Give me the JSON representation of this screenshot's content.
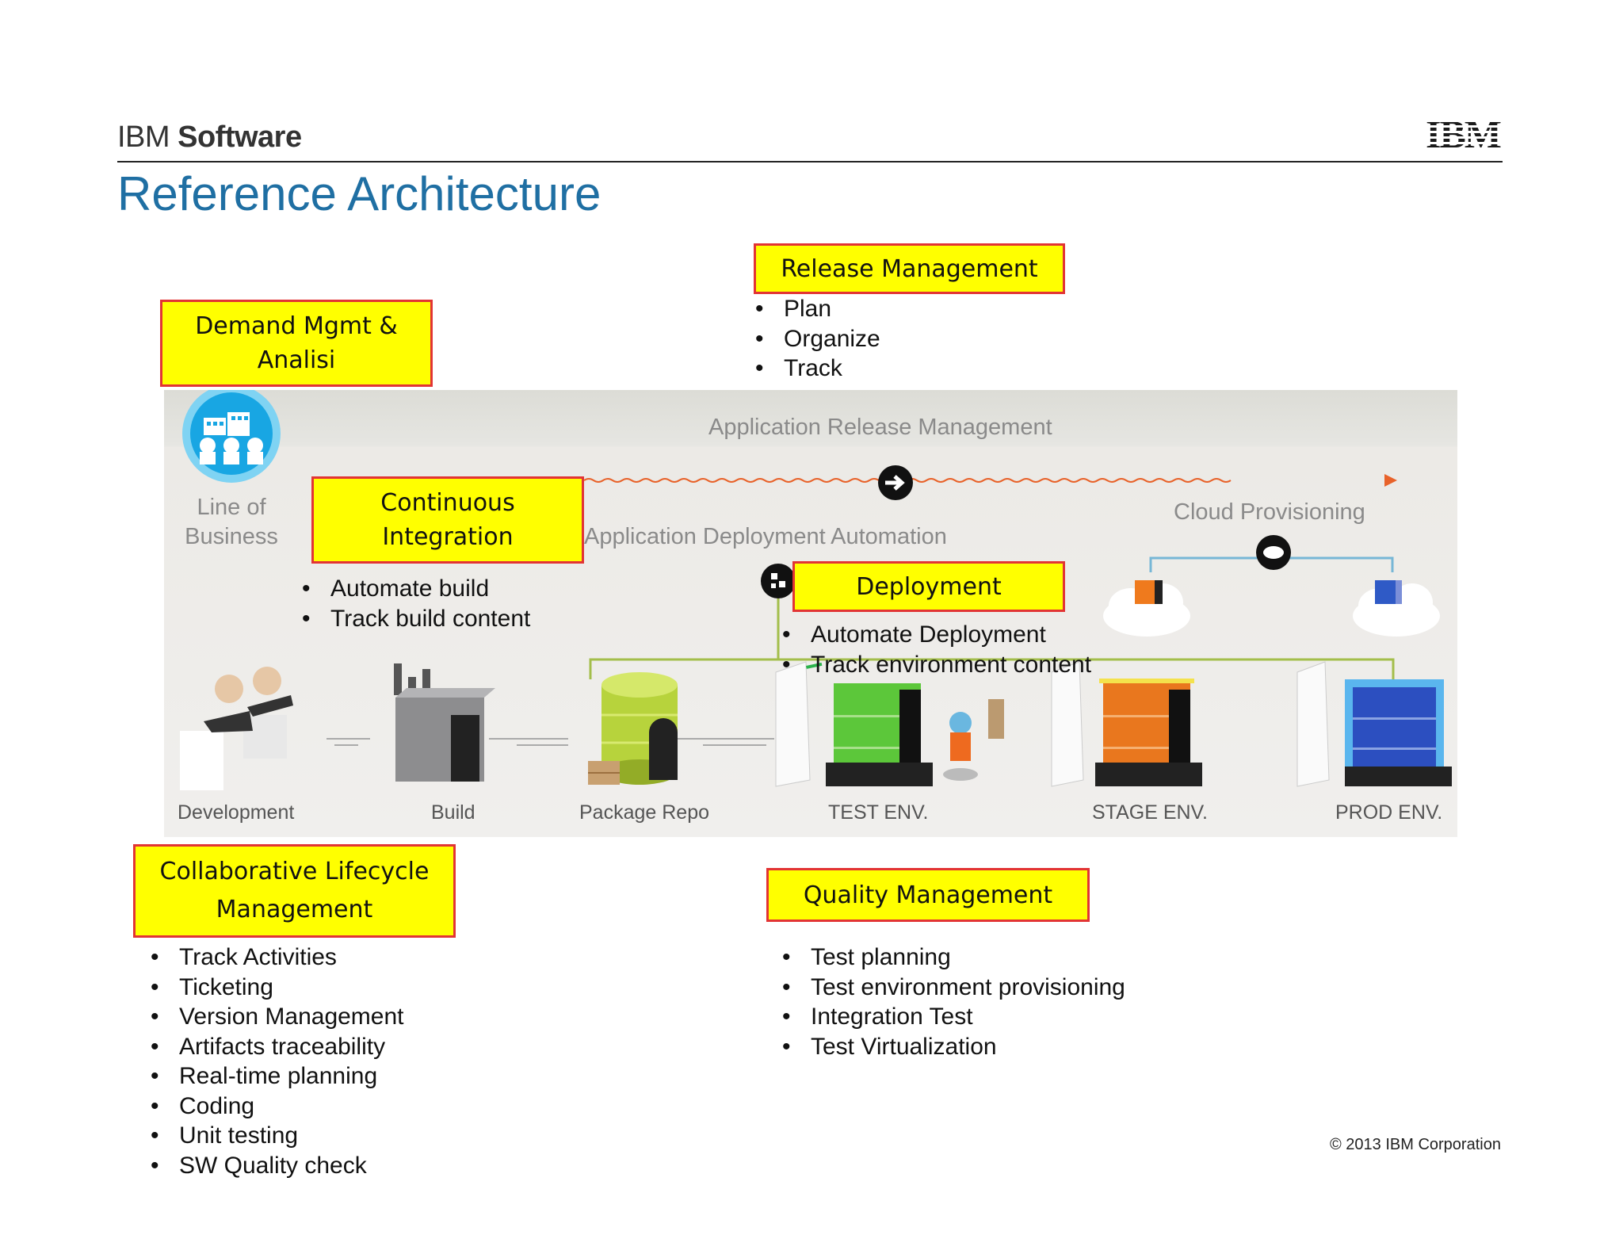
{
  "header": {
    "brand_prefix": "IBM",
    "brand_bold": "Software",
    "logo_text": "IBM",
    "title": "Reference Architecture"
  },
  "diagram": {
    "lanes": {
      "release_lane": "Application Release Management",
      "deploy_lane": "Application Deployment Automation",
      "cloud": "Cloud Provisioning",
      "line_of_business": [
        "Line of",
        "Business"
      ]
    },
    "stages": [
      "Development",
      "Build",
      "Package Repo",
      "TEST ENV.",
      "STAGE ENV.",
      "PROD ENV."
    ],
    "colors": {
      "callout_fill": "#ffff00",
      "callout_border": "#e23434",
      "title_blue": "#1f6fa3",
      "flow_orange": "#e8622a",
      "connector_green": "#a3be4b",
      "test_env": "#5cc73a",
      "stage_env": "#e9771e",
      "prod_env": "#2c4fc0",
      "repo": "#b7d33c"
    }
  },
  "callouts": {
    "demand": {
      "lines": [
        "Demand Mgmt &",
        "Analisi"
      ]
    },
    "release": {
      "lines": [
        "Release Management"
      ],
      "items": [
        "Plan",
        "Organize",
        "Track"
      ]
    },
    "ci": {
      "lines": [
        "Continuous",
        "Integration"
      ],
      "items": [
        "Automate build",
        "Track build content"
      ]
    },
    "deployment": {
      "lines": [
        "Deployment"
      ],
      "items": [
        "Automate Deployment",
        "Track environment content"
      ]
    },
    "clm": {
      "lines": [
        "Collaborative Lifecycle",
        "Management"
      ],
      "items": [
        "Track Activities",
        "Ticketing",
        "Version Management",
        "Artifacts traceability",
        "Real-time planning",
        "Coding",
        "Unit testing",
        "SW Quality check"
      ]
    },
    "quality": {
      "lines": [
        "Quality Management"
      ],
      "items": [
        "Test planning",
        "Test environment provisioning",
        "Integration Test",
        "Test Virtualization"
      ]
    }
  },
  "footer": {
    "copyright": "© 2013 IBM Corporation"
  }
}
